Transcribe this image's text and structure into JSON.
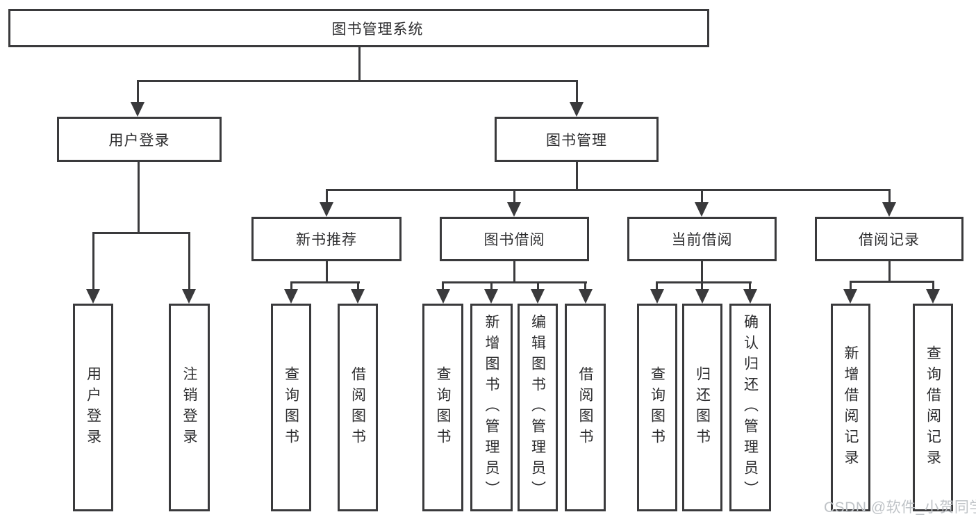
{
  "tree": {
    "label": "图书管理系统",
    "children": [
      {
        "label": "用户登录",
        "children": [
          {
            "label": "用户登录"
          },
          {
            "label": "注销登录"
          }
        ]
      },
      {
        "label": "图书管理",
        "children": [
          {
            "label": "新书推荐",
            "children": [
              {
                "label": "查询图书"
              },
              {
                "label": "借阅图书"
              }
            ]
          },
          {
            "label": "图书借阅",
            "children": [
              {
                "label": "查询图书"
              },
              {
                "label": "新增图书（管理员）"
              },
              {
                "label": "编辑图书（管理员）"
              },
              {
                "label": "借阅图书"
              }
            ]
          },
          {
            "label": "当前借阅",
            "children": [
              {
                "label": "查询图书"
              },
              {
                "label": "归还图书"
              },
              {
                "label": "确认归还（管理员）"
              }
            ]
          },
          {
            "label": "借阅记录",
            "children": [
              {
                "label": "新增借阅记录"
              },
              {
                "label": "查询借阅记录"
              }
            ]
          }
        ]
      }
    ]
  },
  "watermark": {
    "text": "CSDN @软件_小贺同学"
  },
  "colors": {
    "line": "#3a3a3c",
    "text": "#2c2c2e",
    "watermark": "#bfc3c7",
    "background": "#ffffff"
  }
}
